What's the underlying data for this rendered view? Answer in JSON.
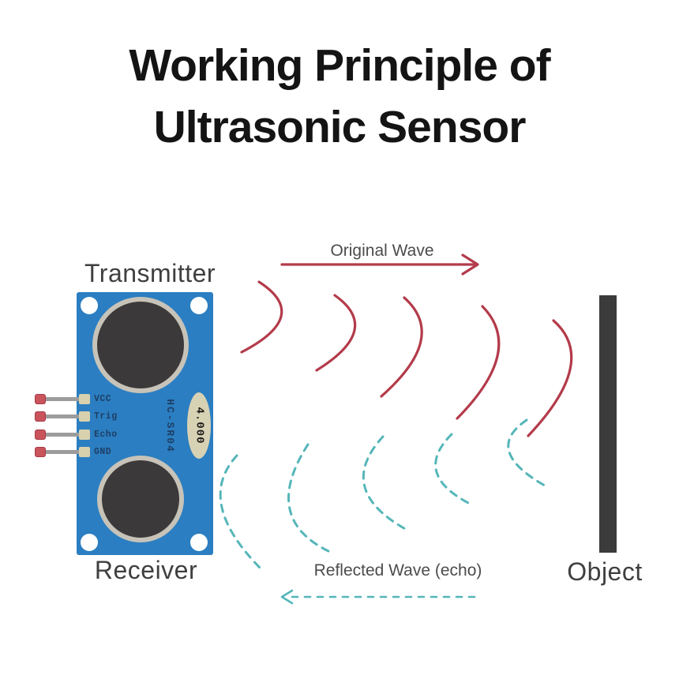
{
  "title": {
    "line1": "Working Principle of",
    "line2": "Ultrasonic Sensor"
  },
  "diagram": {
    "transmitter_label": "Transmitter",
    "receiver_label": "Receiver",
    "object_label": "Object",
    "original_wave_label": "Original Wave",
    "reflected_wave_label": "Reflected Wave (echo)",
    "sensor": {
      "chip_label": "HC-SR04",
      "crystal_label": "4.000",
      "pins": [
        {
          "label": "VCC"
        },
        {
          "label": "Trig"
        },
        {
          "label": "Echo"
        },
        {
          "label": "GND"
        }
      ]
    },
    "colors": {
      "original_wave": "#b33b4a",
      "reflected_wave": "#55b6b9",
      "board_blue": "#2b7ec1",
      "object_bar": "#3b3b3b",
      "transducer": "#3c393a",
      "pad_beige": "#d8d1ad"
    }
  }
}
